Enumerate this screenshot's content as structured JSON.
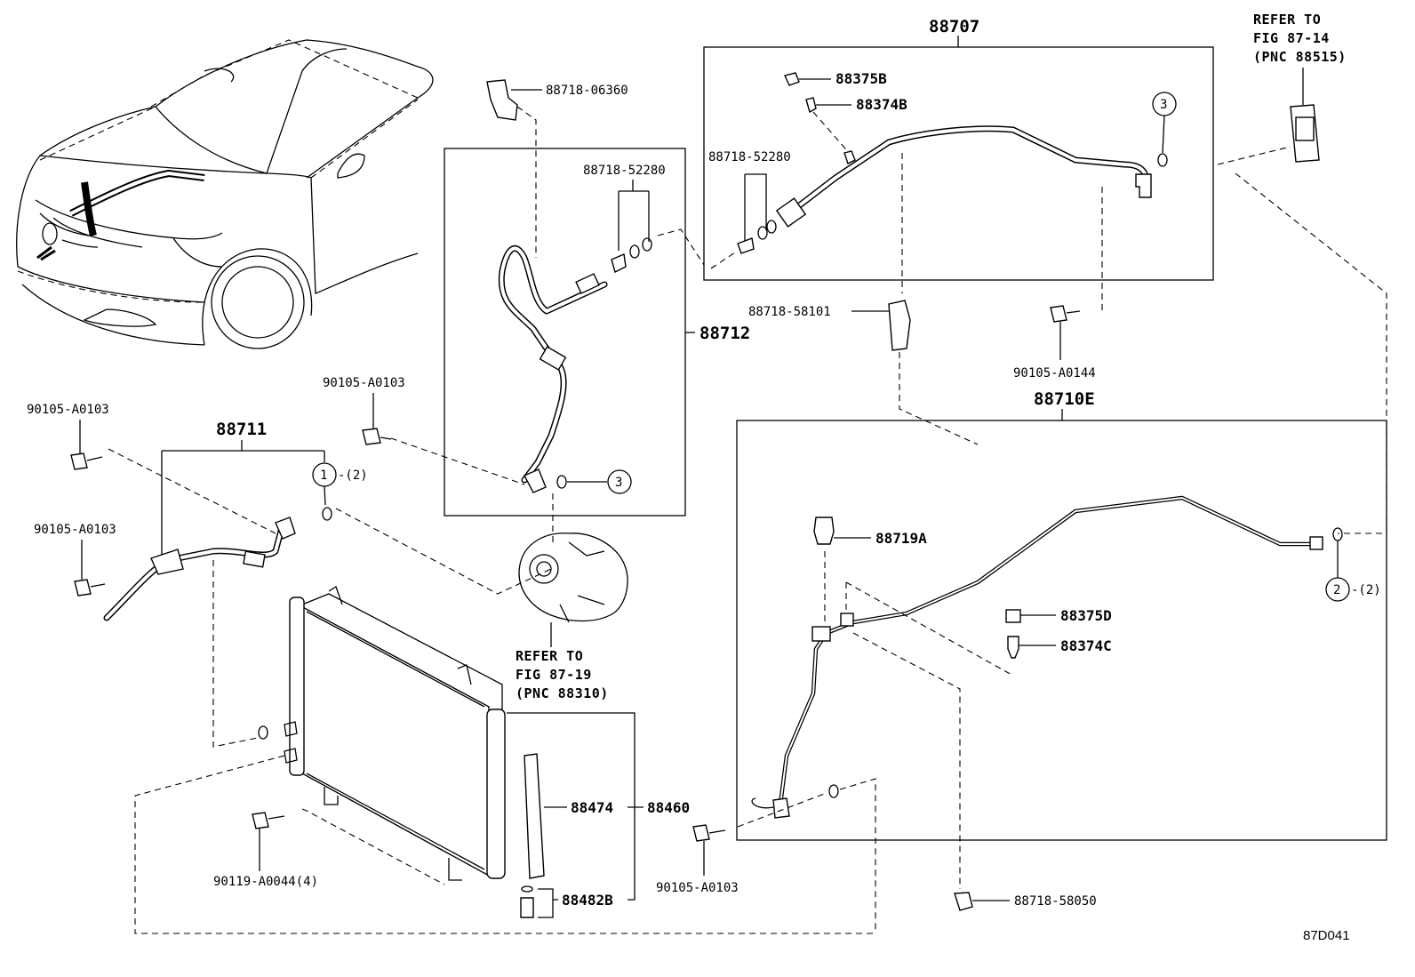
{
  "labels": {
    "p88707": "88707",
    "p88375B": "88375B",
    "p88374B": "88374B",
    "p88718_52280_a": "88718-52280",
    "p88718_52280_b": "88718-52280",
    "p88718_06360": "88718-06360",
    "p88712": "88712",
    "p88718_58101": "88718-58101",
    "p90105_A0144": "90105-A0144",
    "p88710E": "88710E",
    "p90105_A0103_a": "90105-A0103",
    "p90105_A0103_b": "90105-A0103",
    "p90105_A0103_c": "90105-A0103",
    "p90105_A0103_d": "90105-A0103",
    "p88711": "88711",
    "p88719A": "88719A",
    "p88375D": "88375D",
    "p88374C": "88374C",
    "p88474": "88474",
    "p88460": "88460",
    "p88482B": "88482B",
    "p90119_A0044": "90119-A0044(4)",
    "p88718_58050": "88718-58050",
    "qty_1": "-(2)",
    "qty_2": "-(2)"
  },
  "callouts": {
    "c1": "1",
    "c2": "2",
    "c3a": "3",
    "c3b": "3"
  },
  "refs": {
    "ref_87_14": {
      "line1": "REFER TO",
      "line2": "FIG 87-14",
      "line3": "(PNC 88515)"
    },
    "ref_87_19": {
      "line1": "REFER TO",
      "line2": "FIG 87-19",
      "line3": "(PNC 88310)"
    }
  },
  "diagram_code": "87D041"
}
